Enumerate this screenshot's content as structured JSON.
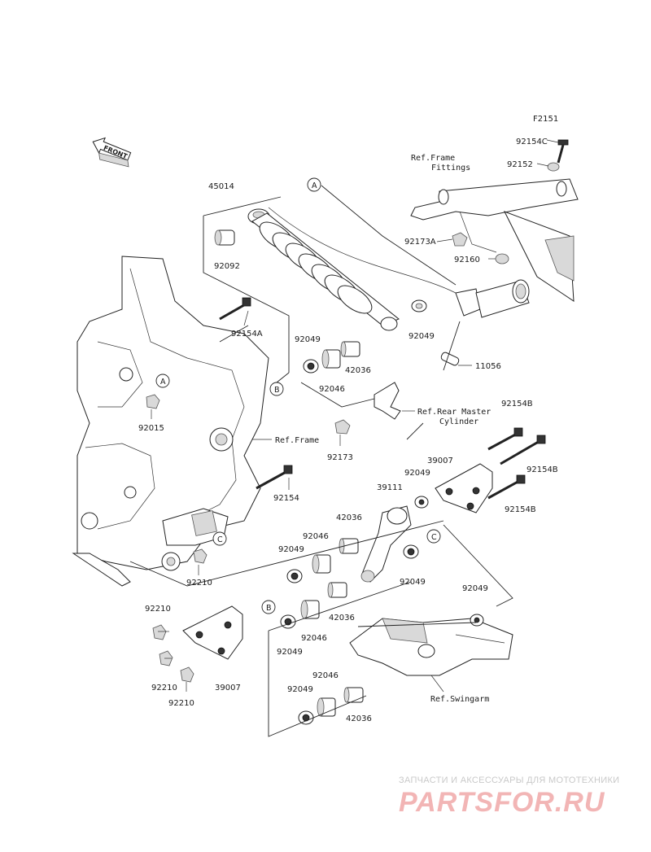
{
  "figure_code": "F2151",
  "front_label": "FRONT",
  "callouts": {
    "a": "A",
    "b": "B",
    "c": "C"
  },
  "parts": {
    "p92154C": "92154C",
    "p92152": "92152",
    "p45014": "45014",
    "p92092": "92092",
    "p92173A": "92173A",
    "p92160": "92160",
    "p92154A_top": "92154A",
    "p92049_a": "92049",
    "p92049_b": "92049",
    "p11056": "11056",
    "p92046_a": "92046",
    "p42036_a": "42036",
    "p92015": "92015",
    "p92154B_a": "92154B",
    "p92173": "92173",
    "p39007_a": "39007",
    "p92049_c": "92049",
    "p92154B_b": "92154B",
    "p39111": "39111",
    "p92154": "92154",
    "p92154B_c": "92154B",
    "p42036_b": "42036",
    "p92046_b": "92046",
    "p92049_d": "92049",
    "p92049_e": "92049",
    "p92210_a": "92210",
    "p92210_b": "92210",
    "p92046_c": "92046",
    "p42036_c": "42036",
    "p92049_f": "92049",
    "p92049_g": "92049",
    "p92210_c": "92210",
    "p39007_b": "39007",
    "p92210_d": "92210",
    "p92046_d": "92046",
    "p92049_h": "92049",
    "p42036_d": "42036"
  },
  "refs": {
    "frame_fittings_1": "Ref.Frame",
    "frame_fittings_2": "Fittings",
    "rear_master_1": "Ref.Rear Master",
    "rear_master_2": "Cylinder",
    "frame": "Ref.Frame",
    "swingarm": "Ref.Swingarm"
  },
  "watermark": {
    "line1": "ЗАПЧАСТИ И АКСЕССУАРЫ ДЛЯ МОТОТЕХНИКИ",
    "line2": "PARTSFOR.RU"
  }
}
